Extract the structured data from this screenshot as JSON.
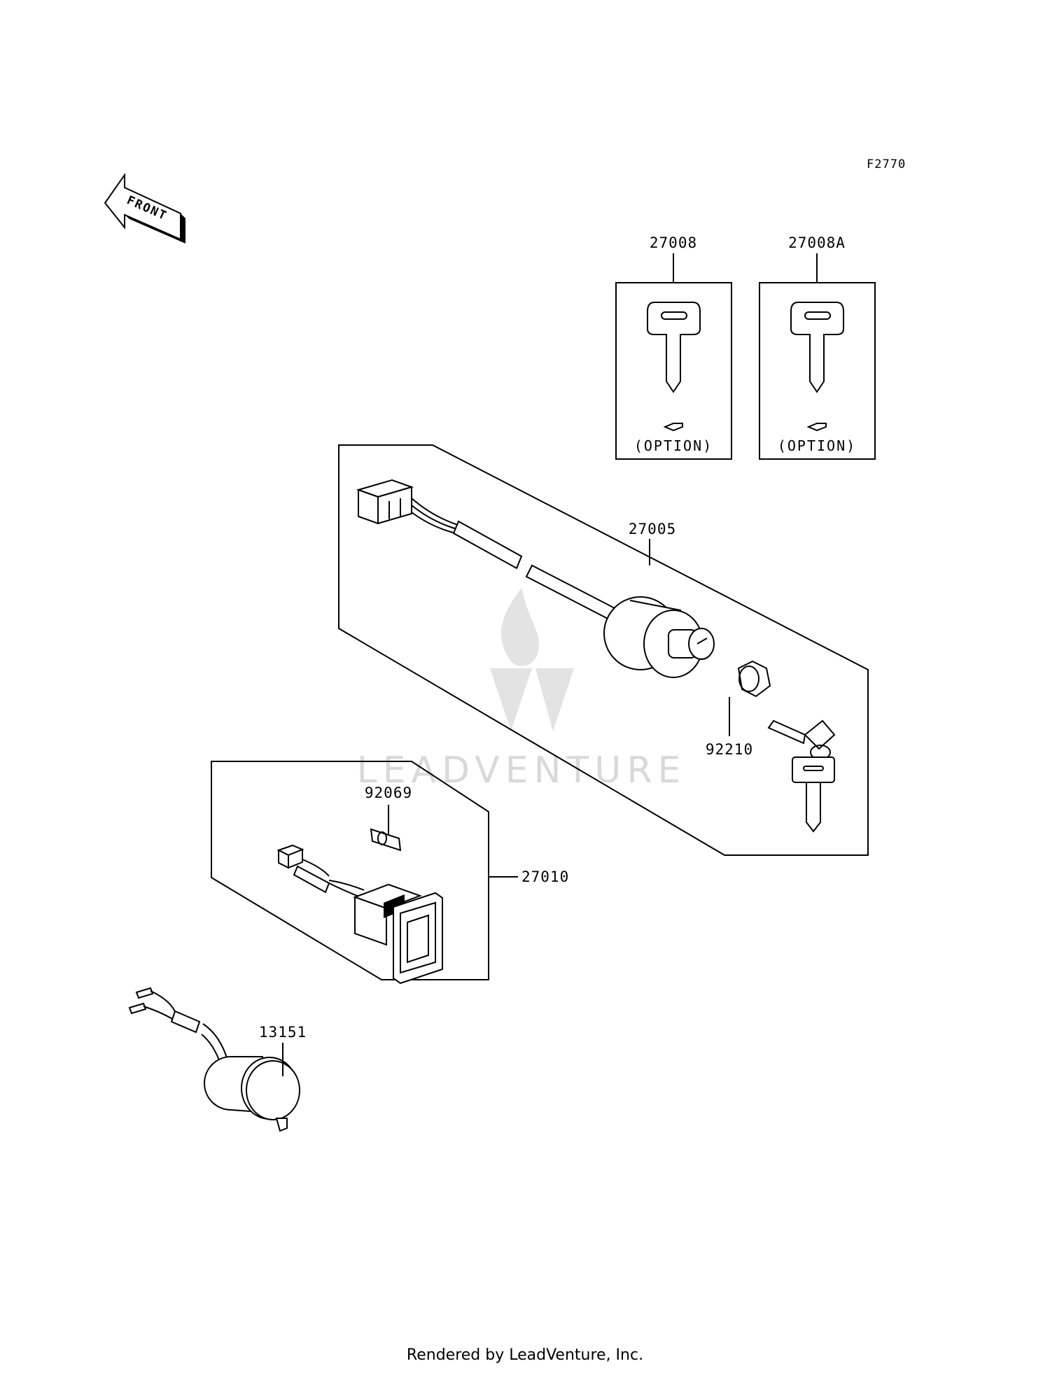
{
  "figure_code": "F2770",
  "front_label": "FRONT",
  "parts": {
    "key_blank": {
      "number": "27008",
      "note": "(OPTION)"
    },
    "key_blank_alt": {
      "number": "27008A",
      "note": "(OPTION)"
    },
    "ignition_switch": {
      "number": "27005"
    },
    "nut": {
      "number": "92210"
    },
    "bulb": {
      "number": "92069"
    },
    "headlight_switch": {
      "number": "27010"
    },
    "power_socket": {
      "number": "13151"
    }
  },
  "watermark": "LEADVENTURE",
  "footer": "Rendered by LeadVenture, Inc."
}
